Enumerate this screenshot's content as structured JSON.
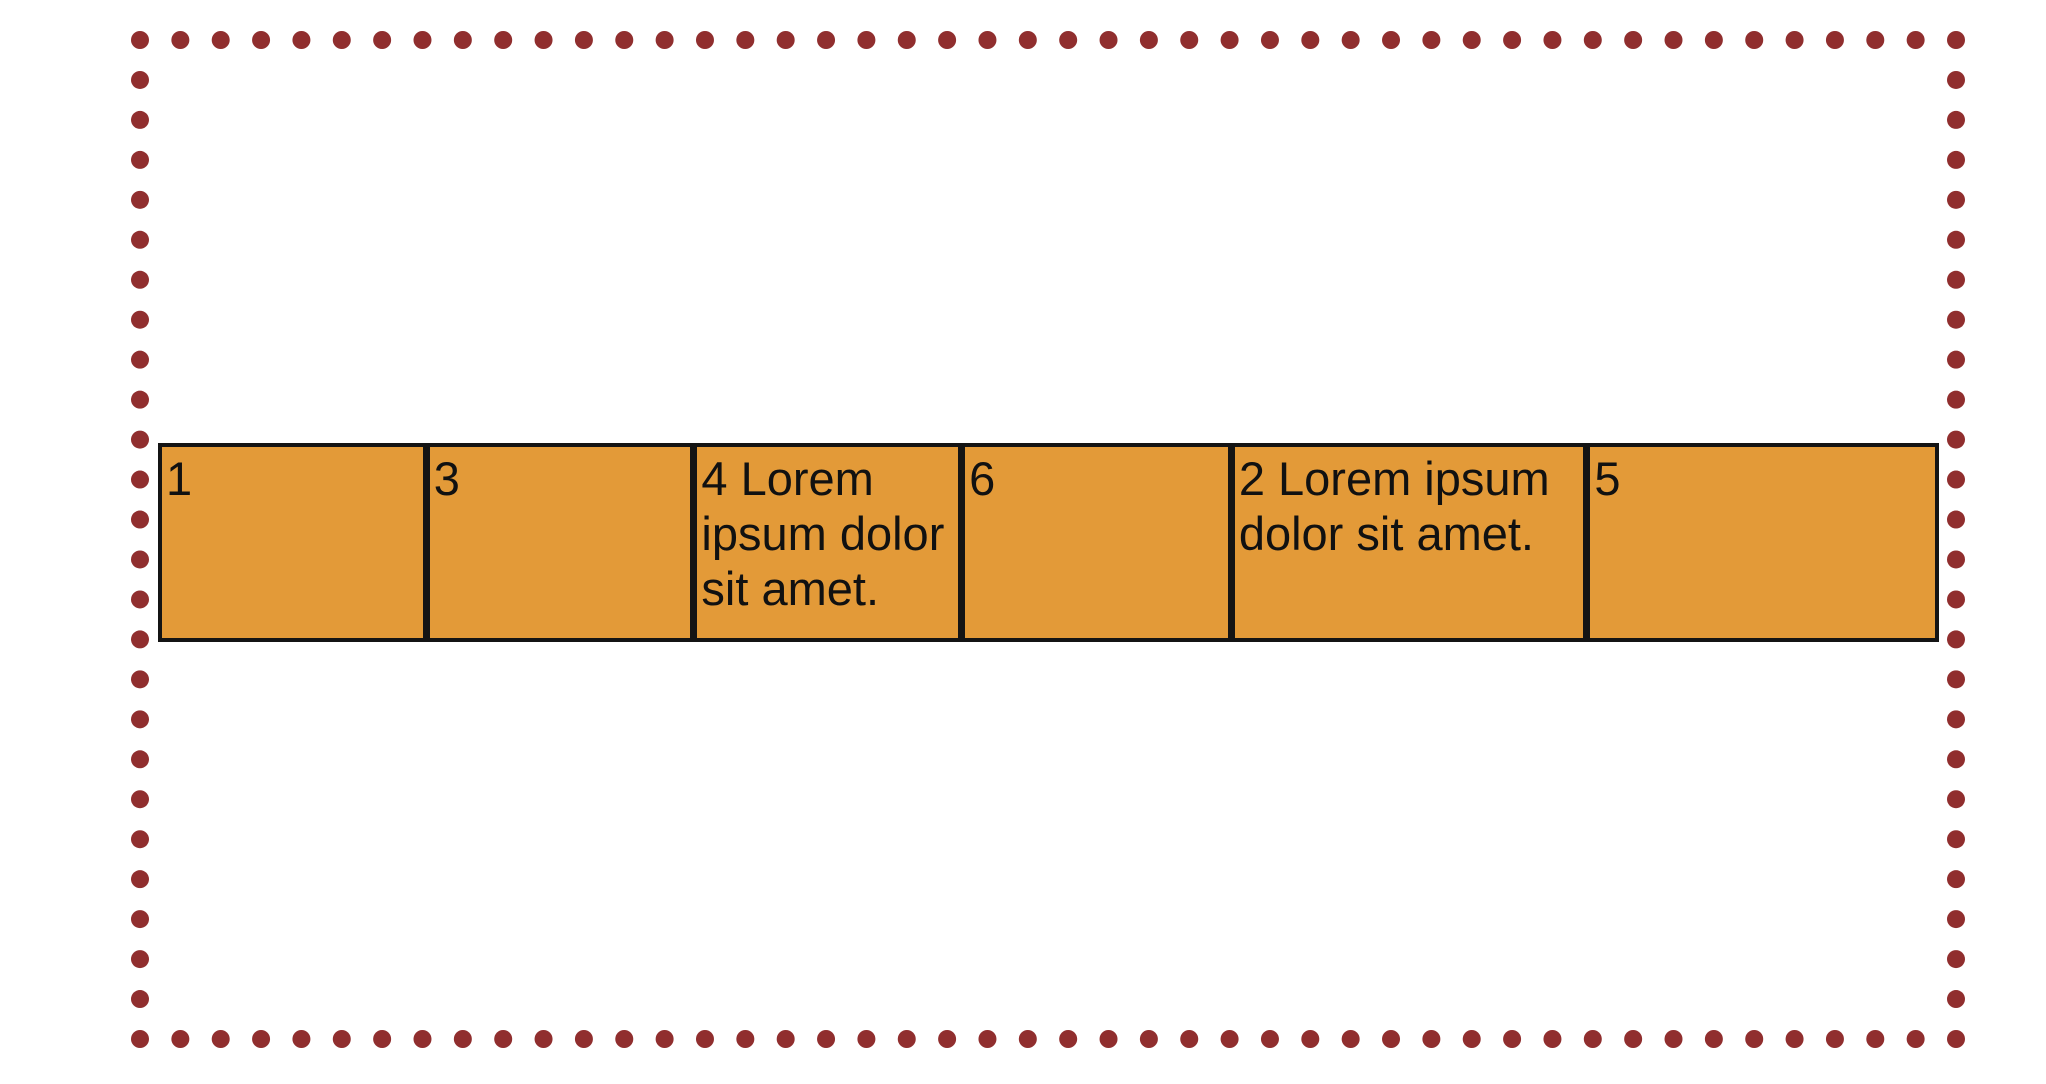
{
  "colors": {
    "frame_dots": "#902E2E",
    "item_fill": "#E39A38",
    "item_border": "#141414",
    "background": "#FFFFFF"
  },
  "flex_items": [
    {
      "id": "item-1",
      "label": "1"
    },
    {
      "id": "item-3",
      "label": "3"
    },
    {
      "id": "item-4",
      "label": "4 Lorem ipsum dolor sit amet."
    },
    {
      "id": "item-6",
      "label": "6"
    },
    {
      "id": "item-2",
      "label": "2 Lorem ipsum dolor sit amet."
    },
    {
      "id": "item-5",
      "label": "5"
    }
  ]
}
